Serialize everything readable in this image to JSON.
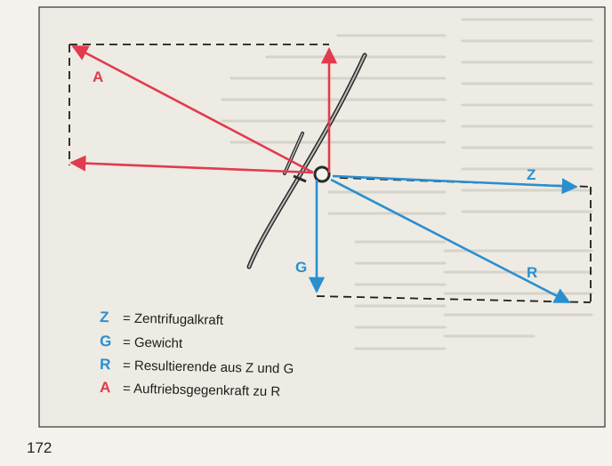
{
  "colors": {
    "paper": "#f4f2ec",
    "frame_fill": "#edebe3",
    "red": "#e23a4e",
    "blue": "#2a8fd0",
    "ink": "#1d1d1d",
    "ghost": "#d4d1c8"
  },
  "diagram": {
    "arrow_labels": {
      "A": "A",
      "G": "G",
      "Z": "Z",
      "R": "R"
    },
    "legend": [
      {
        "symbol": "Z",
        "text": "= Zentrifugalkraft",
        "color": "blue"
      },
      {
        "symbol": "G",
        "text": "= Gewicht",
        "color": "blue"
      },
      {
        "symbol": "R",
        "text": "= Resultierende aus Z und G",
        "color": "blue"
      },
      {
        "symbol": "A",
        "text": "= Auftriebsgegenkraft zu R",
        "color": "red"
      }
    ]
  },
  "page_number": "172"
}
